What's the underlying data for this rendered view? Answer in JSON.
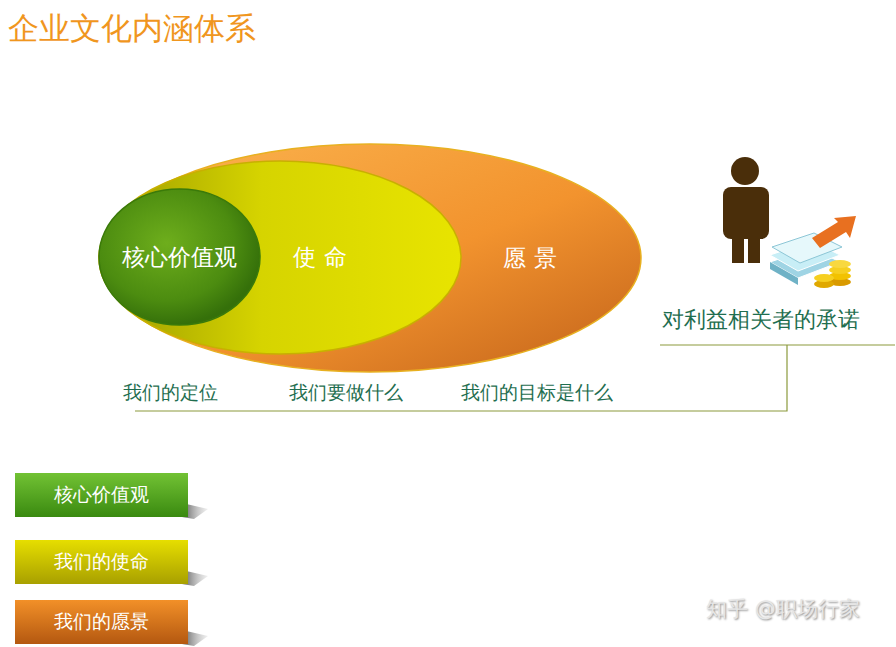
{
  "diagram": {
    "title": "企业文化内涵体系",
    "nodes": [
      {
        "text": [
          "愿 景"
        ]
      },
      {
        "text": [
          "使 命"
        ],
        "in": 0
      },
      {
        "text": [
          "核心价值观"
        ],
        "in": 1
      },
      {
        "text": [
          "核心价值观"
        ]
      },
      {
        "text": [
          "我们的使命"
        ]
      },
      {
        "text": [
          "我们的愿景"
        ]
      }
    ],
    "labels": [
      "我们的定位",
      "我们要做什么",
      "我们的目标是什么",
      "对利益相关者的承诺",
      "知乎 @职场行家"
    ]
  }
}
